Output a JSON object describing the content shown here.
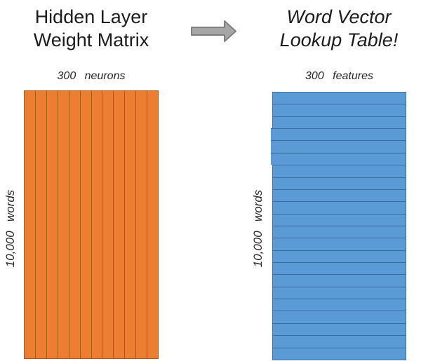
{
  "left": {
    "title_line1": "Hidden Layer",
    "title_line2": "Weight Matrix",
    "top_label": "300 neurons",
    "side_label": "10,000 words",
    "columns": 12,
    "fill_color": "#ED7D31",
    "line_color": "#A5571C"
  },
  "arrow": {
    "icon": "right-arrow",
    "fill_color": "#A6A6A6",
    "stroke_color": "#7F7F7F"
  },
  "right": {
    "title_line1": "Word Vector",
    "title_line2": "Lookup Table!",
    "top_label": "300 features",
    "side_label": "10,000 words",
    "rows": 22,
    "fill_color": "#5B9BD5",
    "line_color": "#3A6D9C",
    "border_color": "#41719C"
  }
}
